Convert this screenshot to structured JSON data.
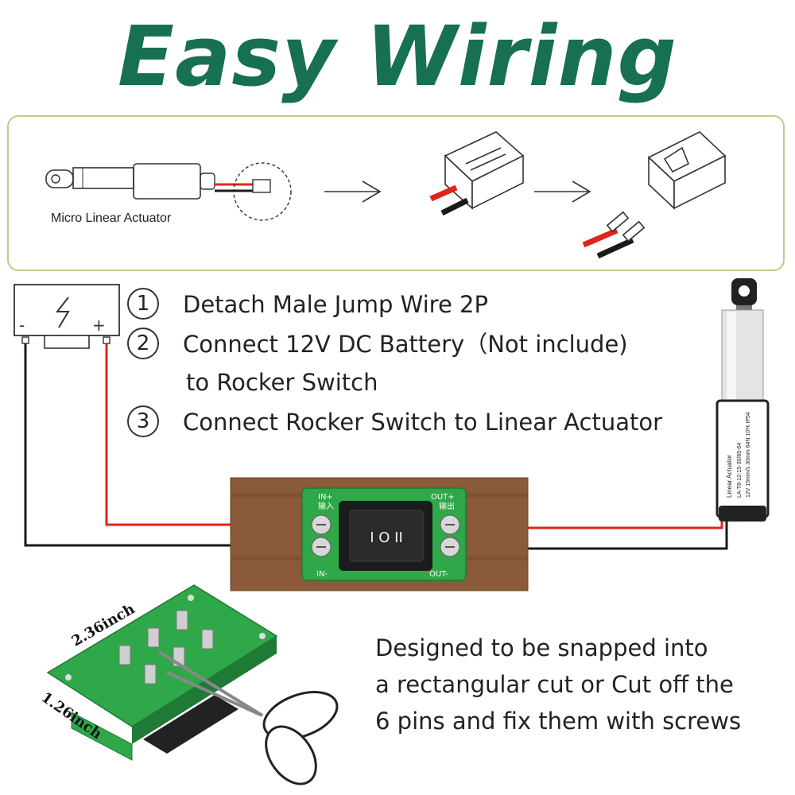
{
  "title": "Easy Wiring",
  "actuator_label": "Micro Linear Actuator",
  "steps": [
    {
      "num": "1",
      "text": "Detach Male Jump Wire 2P"
    },
    {
      "num": "2",
      "text": "Connect 12V DC Battery（Not include)"
    },
    {
      "num": "3",
      "text": "Connect Rocker Switch to Linear Actuator"
    }
  ],
  "step2_continuation": "to Rocker Switch",
  "battery": {
    "minus": "-",
    "plus": "+"
  },
  "board": {
    "in_plus": "IN+",
    "in_minus": "IN-",
    "out_plus": "OUT+",
    "out_minus": "OUT-",
    "in_cn": "输入",
    "out_cn": "输出",
    "switch_marks": "I O II"
  },
  "actuator_print": {
    "line1": "Linear Actuator",
    "line2": "LA-T8-12-15-30/85-64",
    "line3": "12V 15mm/s 30mm 64N 10% IP54"
  },
  "dimensions": {
    "width": "2.36inch",
    "height": "1.26inch"
  },
  "bottom_note": [
    "Designed to be snapped into",
    "a rectangular cut or Cut off the",
    "6 pins and fix them with screws"
  ],
  "colors": {
    "title": "#17704f",
    "panel_border": "#b8cf8a",
    "wire_red": "#e0231b",
    "wire_black": "#1a1a1a",
    "wood": "#8a5a3a",
    "pcb": "#2fa84a"
  }
}
